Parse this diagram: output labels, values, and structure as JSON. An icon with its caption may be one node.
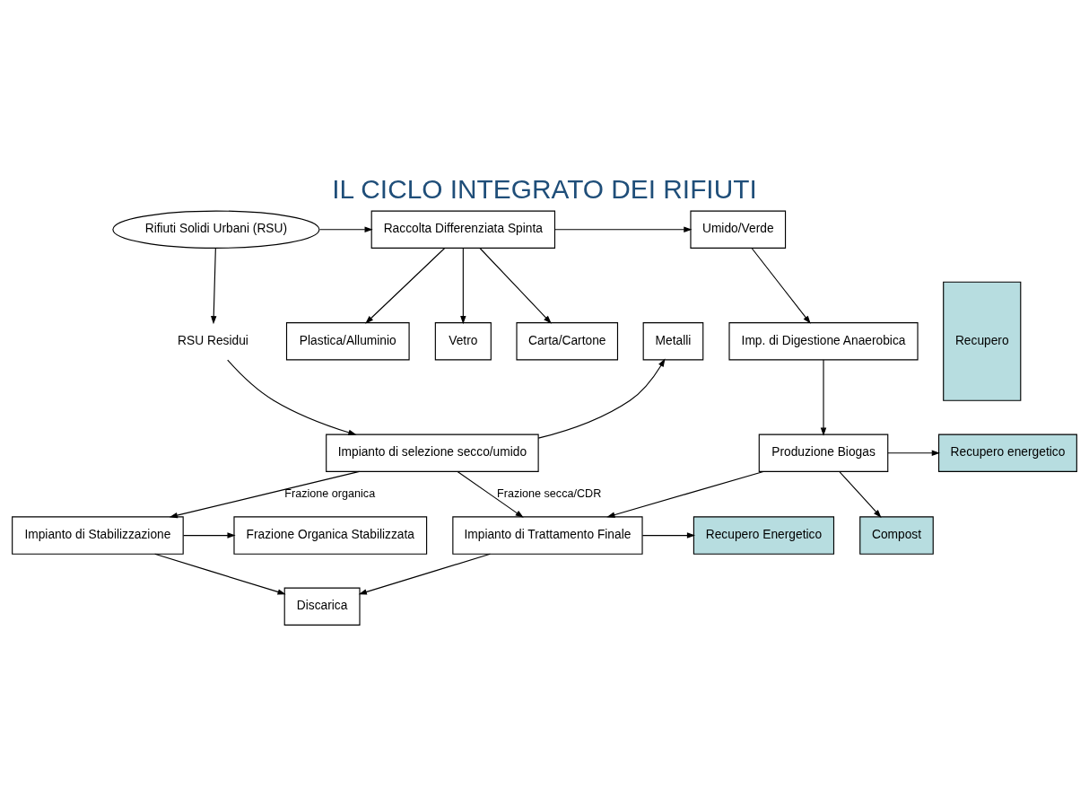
{
  "diagram": {
    "title": "IL CICLO INTEGRATO DEI RIFIUTI",
    "nodes": [
      {
        "text": [
          "Rifiuti Solidi Urbani (RSU)"
        ]
      },
      {
        "text": [
          "Raccolta Differenziata Spinta"
        ]
      },
      {
        "text": [
          "Umido/Verde"
        ]
      },
      {
        "text": [
          "Carta/Cartone"
        ]
      },
      {
        "text": [
          "Plastica/Alluminio"
        ]
      },
      {
        "text": [
          "Vetro"
        ]
      },
      {
        "text": [
          "Recupero"
        ]
      },
      {
        "text": [
          "Imp. di Digestione Anaerobica"
        ]
      },
      {
        "text": [
          "Produzione Biogas"
        ]
      },
      {
        "text": [
          "Recupero energetico"
        ]
      },
      {
        "text": [
          "RSU Residui"
        ]
      },
      {
        "text": [
          "Metalli"
        ]
      },
      {
        "text": [
          "Impianto di selezione secco/umido"
        ]
      },
      {
        "text": [
          "Compost"
        ]
      },
      {
        "text": [
          "Frazione Organica Stabilizzata"
        ]
      },
      {
        "text": [
          "Impianto di Stabilizzazione"
        ]
      },
      {
        "text": [
          "Impianto di Trattamento Finale"
        ]
      },
      {
        "text": [
          "Recupero Energetico"
        ]
      },
      {
        "text": [
          "Discarica"
        ]
      }
    ],
    "edges": [
      {
        "from": 0,
        "to": 1,
        "arrow": "to"
      },
      {
        "from": 0,
        "to": 10,
        "arrow": "to"
      },
      {
        "from": 1,
        "to": 2,
        "arrow": "to"
      },
      {
        "from": 1,
        "to": 3,
        "arrow": "to"
      },
      {
        "from": 1,
        "to": 4,
        "arrow": "to"
      },
      {
        "from": 1,
        "to": 5,
        "arrow": "to"
      },
      {
        "from": 2,
        "to": 7,
        "arrow": "to"
      },
      {
        "from": 7,
        "to": 8,
        "arrow": "to"
      },
      {
        "from": 8,
        "to": 9,
        "arrow": "to"
      },
      {
        "from": 10,
        "to": 12,
        "arrow": "to"
      },
      {
        "from": 12,
        "to": 11,
        "arrow": "to"
      },
      {
        "from": 8,
        "to": 13,
        "arrow": "to"
      },
      {
        "from": 8,
        "to": 16,
        "arrow": "to"
      },
      {
        "from": 12,
        "to": 15,
        "arrow": "to",
        "label": "Frazione organica"
      },
      {
        "from": 12,
        "to": 16,
        "arrow": "to",
        "label": "Frazione secca/CDR"
      },
      {
        "from": 15,
        "to": 14,
        "arrow": "to"
      },
      {
        "from": 16,
        "to": 17,
        "arrow": "to"
      },
      {
        "from": 15,
        "to": 18,
        "arrow": "to"
      },
      {
        "from": 16,
        "to": 18,
        "arrow": "to"
      }
    ]
  }
}
